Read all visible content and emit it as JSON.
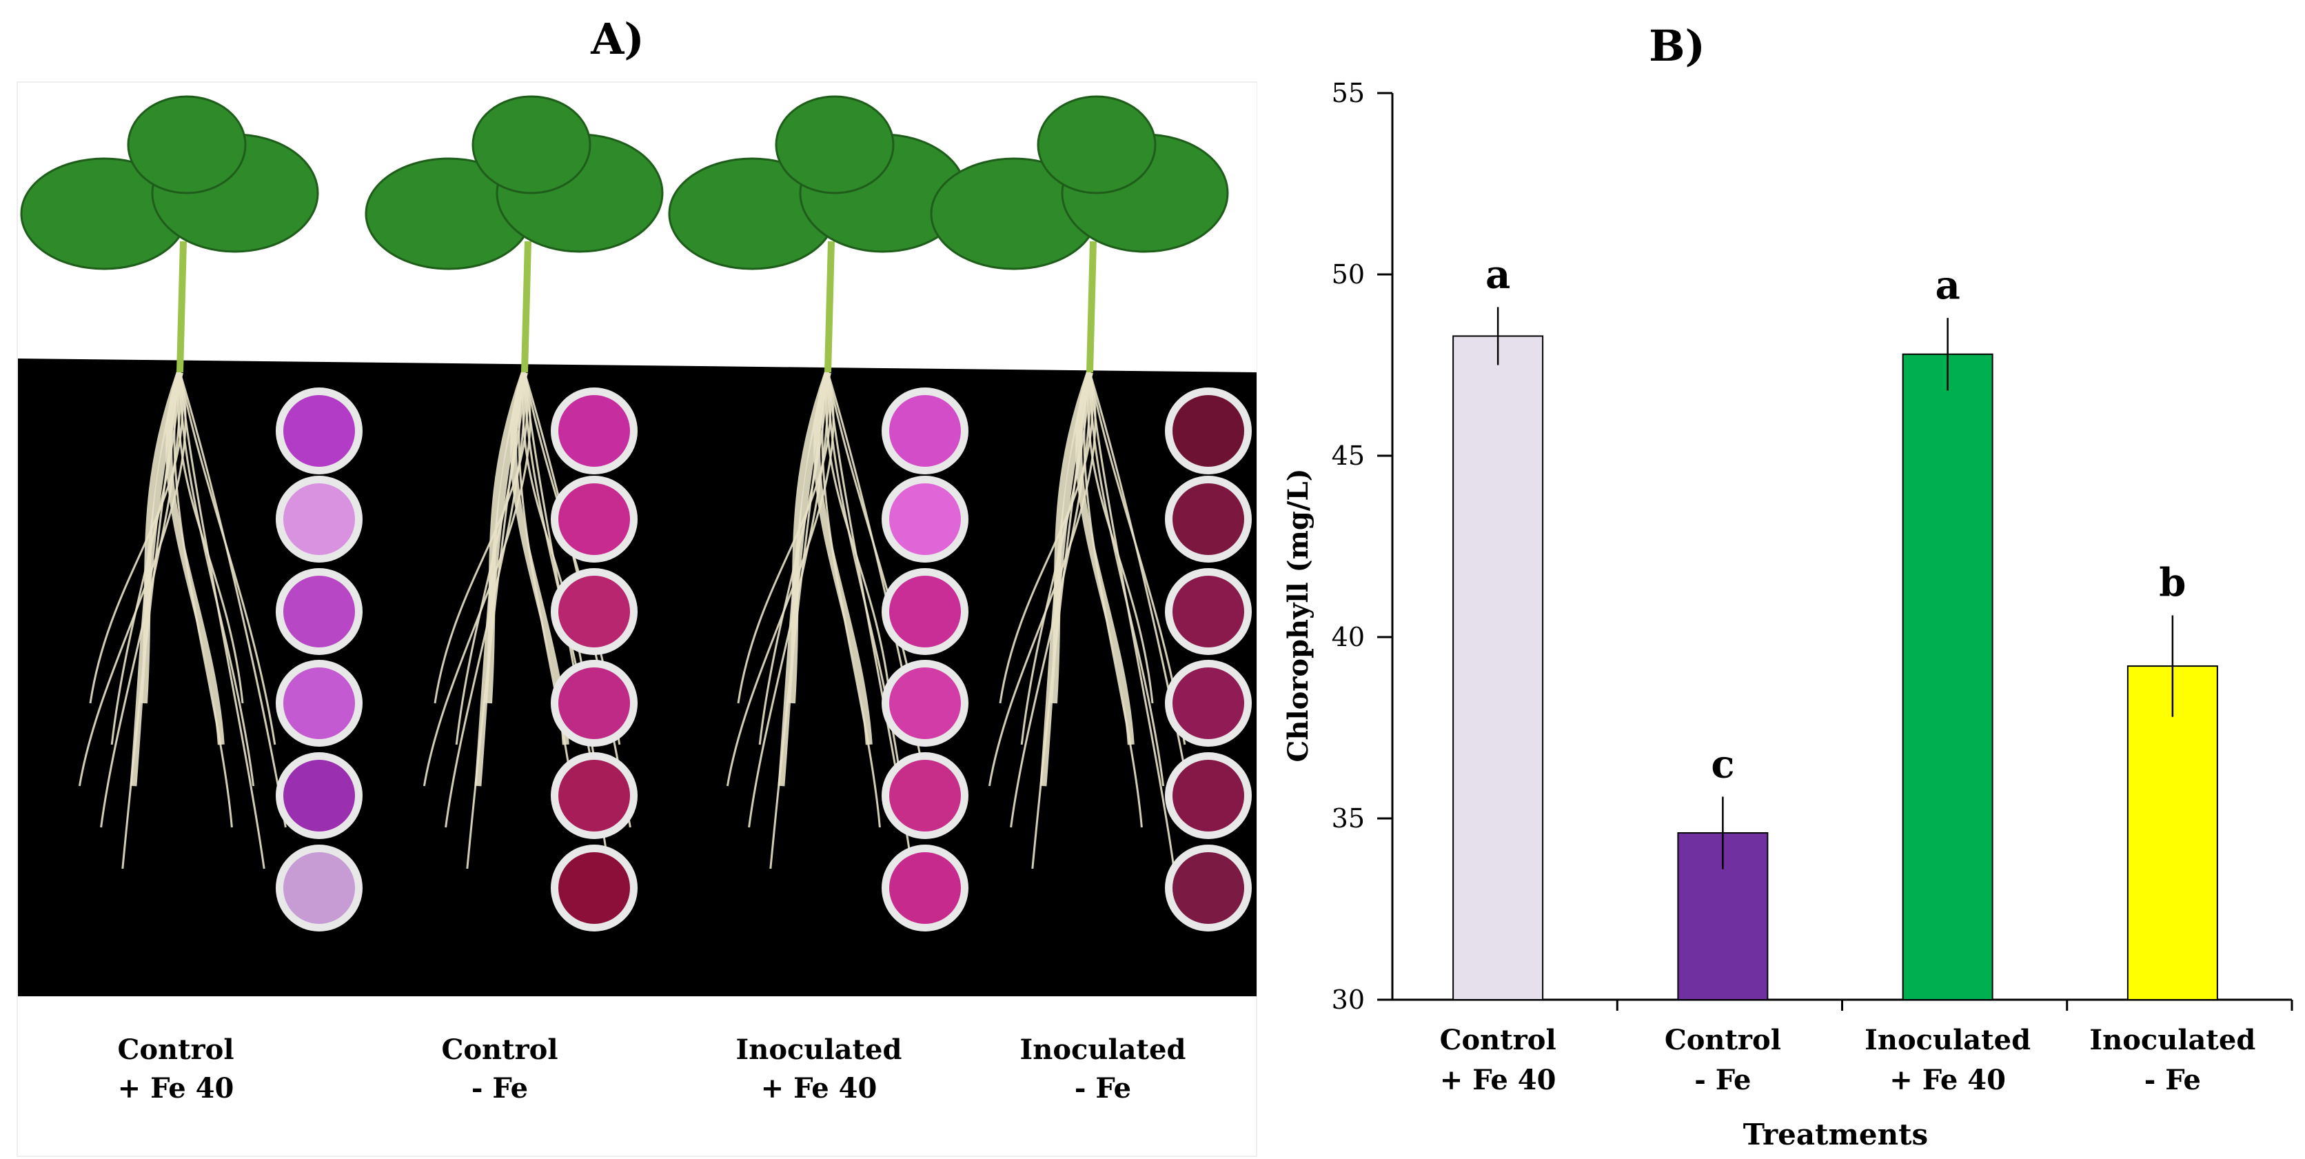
{
  "panel_a": {
    "title": "A)",
    "photo_labels": [
      {
        "line1": "Control",
        "line2": "+ Fe 40"
      },
      {
        "line1": "Control",
        "line2": "- Fe"
      },
      {
        "line1": "Inoculated",
        "line2": "+ Fe 40"
      },
      {
        "line1": "Inoculated",
        "line2": "- Fe"
      }
    ],
    "well_colors": [
      [
        "#b23cc6",
        "#d892e0",
        "#b747c4",
        "#c45ad1",
        "#9a2fb0",
        "#c79bd4"
      ],
      [
        "#c62e9f",
        "#c72b8f",
        "#b8266f",
        "#be2a86",
        "#a71d58",
        "#8c0f3a"
      ],
      [
        "#d24dc7",
        "#e066d8",
        "#c92d96",
        "#d23ca6",
        "#c72e8a",
        "#c52a8c"
      ],
      [
        "#6e1233",
        "#7c1740",
        "#8a1a4c",
        "#901b55",
        "#851847",
        "#7b1a42"
      ]
    ],
    "background_colors": {
      "paper": "#ffffff",
      "board": "#000000",
      "leaf": "#2f8a2a",
      "root": "#e8e2c8"
    }
  },
  "chart_data": {
    "type": "bar",
    "panel_label": "B)",
    "categories": [
      [
        "Control",
        "+ Fe 40"
      ],
      [
        "Control",
        "- Fe"
      ],
      [
        "Inoculated",
        "+ Fe 40"
      ],
      [
        "Inoculated",
        "- Fe"
      ]
    ],
    "values": [
      48.3,
      34.6,
      47.8,
      39.2
    ],
    "errors": [
      0.8,
      1.0,
      1.0,
      1.4
    ],
    "letters": [
      "a",
      "c",
      "a",
      "b"
    ],
    "colors": [
      "#e6e0ec",
      "#7030a0",
      "#00b050",
      "#ffff00"
    ],
    "xlabel": "Treatments",
    "ylabel": "Chlorophyll (mg/L)",
    "ylim": [
      30,
      55
    ],
    "yticks": [
      30,
      35,
      40,
      45,
      50,
      55
    ],
    "grid": false,
    "legend": "none"
  }
}
